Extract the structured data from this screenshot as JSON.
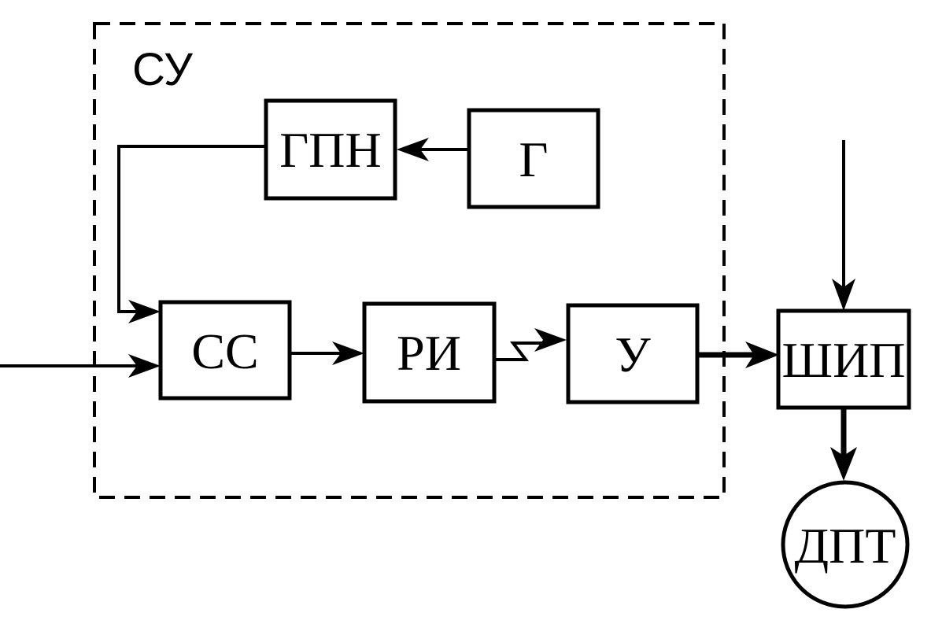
{
  "diagram": {
    "group_label": "СУ",
    "blocks": {
      "gpn": "ГПН",
      "g": "Г",
      "ss": "СС",
      "ri": "РИ",
      "u": "У",
      "ship": "ШИП",
      "dpt": "ДПТ"
    }
  }
}
